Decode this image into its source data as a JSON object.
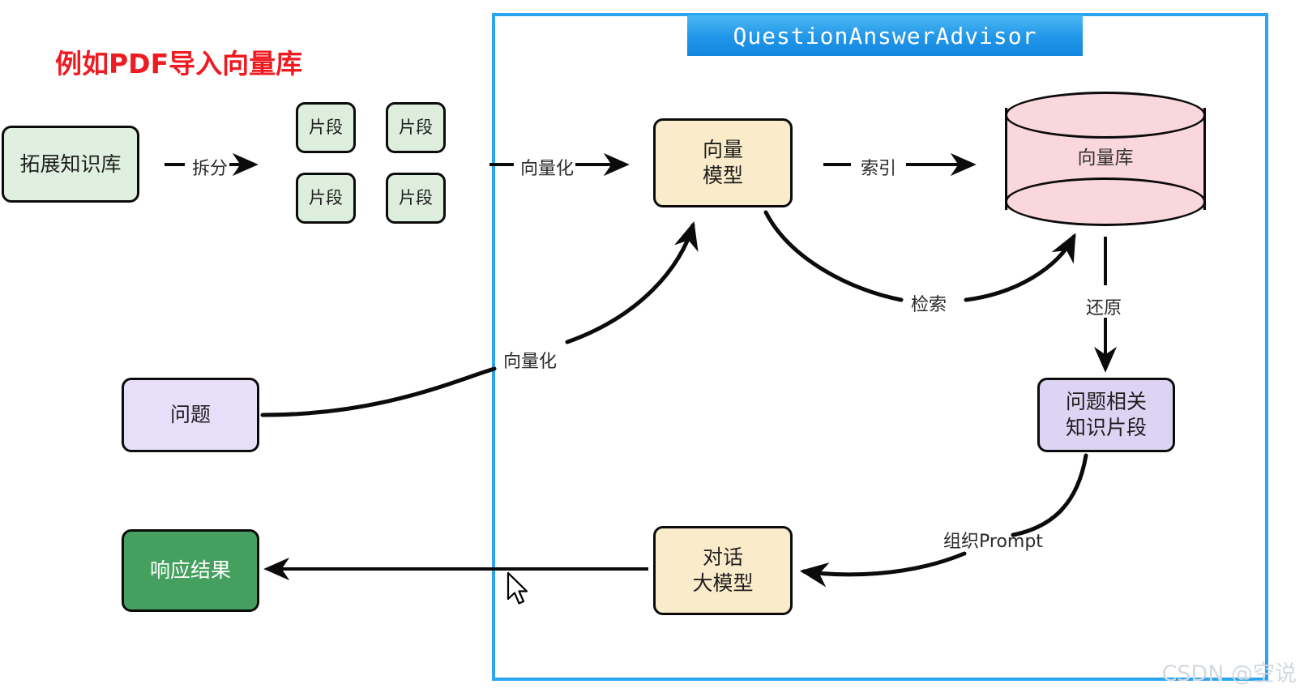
{
  "diagram": {
    "red_note": "例如PDF导入向量库",
    "frame_title": "QuestionAnswerAdvisor",
    "watermark": "CSDN @空说",
    "accent_blue": "#2ba5f0",
    "title_gradient_from": "#4bb8f5",
    "title_gradient_to": "#1286df",
    "red_color": "#ee1c22"
  },
  "nodes": {
    "knowledge_base": {
      "label": "拓展知识库",
      "fill": "#dff0e0"
    },
    "fragments": [
      {
        "label": "片段",
        "fill": "#ddeedd"
      },
      {
        "label": "片段",
        "fill": "#ddeedd"
      },
      {
        "label": "片段",
        "fill": "#ddeedd"
      },
      {
        "label": "片段",
        "fill": "#ddeedd"
      }
    ],
    "vector_model": {
      "line1": "向量",
      "line2": "模型",
      "fill": "#faecca"
    },
    "vector_db": {
      "label": "向量库",
      "fill": "#fad6dd"
    },
    "question": {
      "label": "问题",
      "fill": "#e7dffa"
    },
    "relevant_chunks": {
      "line1": "问题相关",
      "line2": "知识片段",
      "fill": "#ddd4f4"
    },
    "chat_model": {
      "line1": "对话",
      "line2": "大模型",
      "fill": "#faecca"
    },
    "response": {
      "label": "响应结果",
      "fill": "#45a05f",
      "text_color": "#ffffff"
    }
  },
  "edges": {
    "split": "拆分",
    "vectorize_top": "向量化",
    "index": "索引",
    "retrieve": "检索",
    "restore": "还原",
    "vectorize_question": "向量化",
    "organize_prompt": "组织Prompt"
  }
}
